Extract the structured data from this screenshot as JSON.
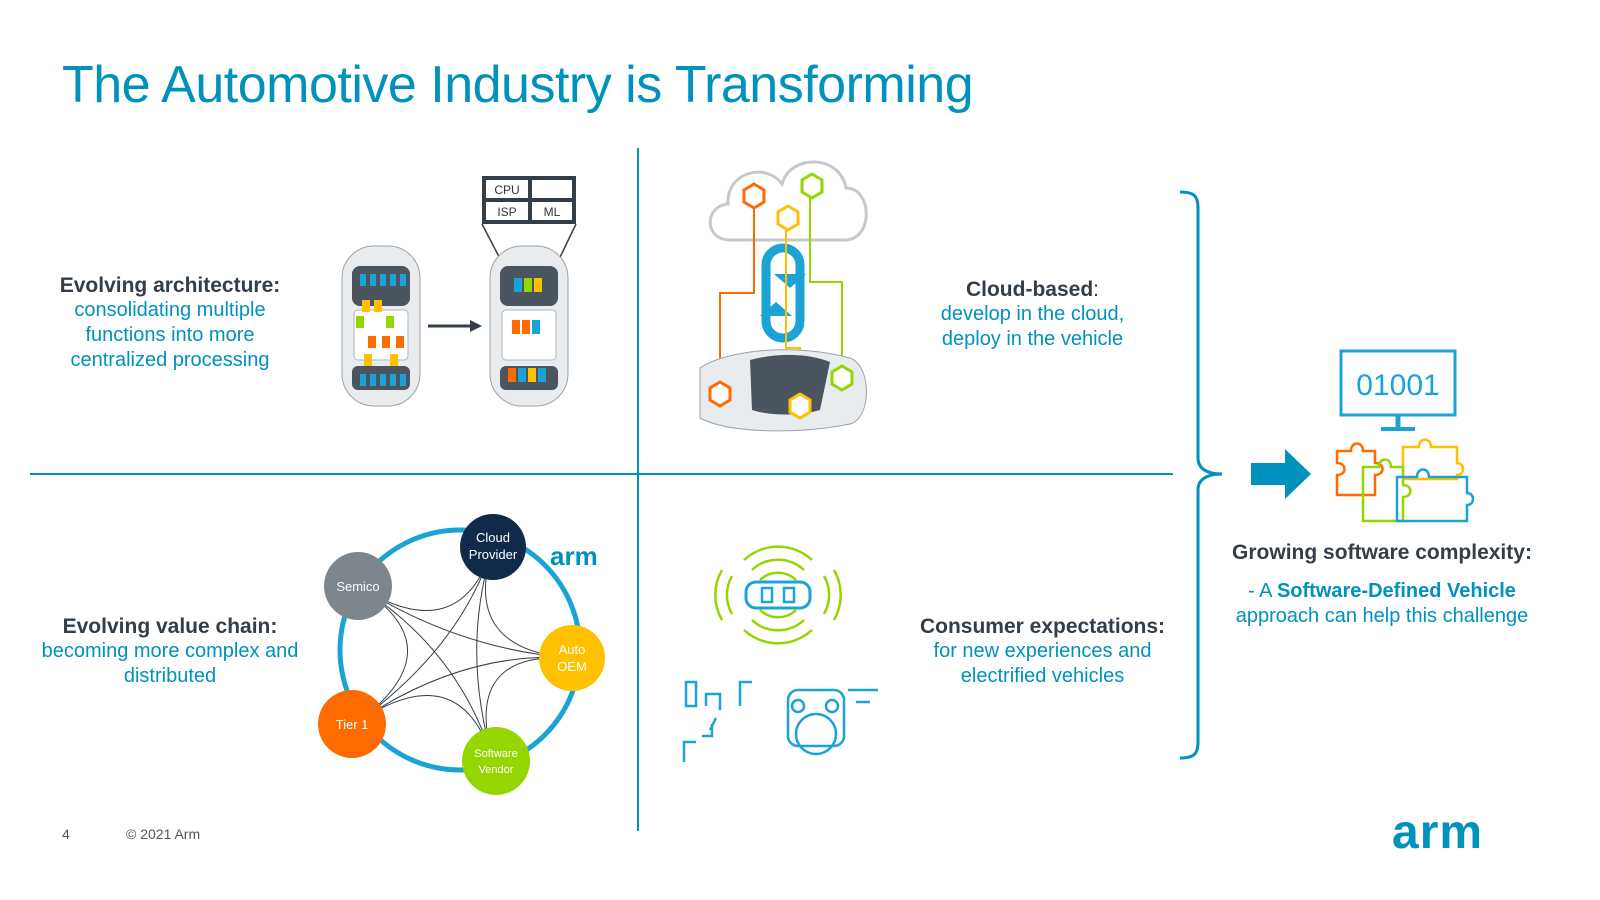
{
  "title": "The Automotive Industry is  Transforming",
  "quadrants": {
    "architecture": {
      "heading": "Evolving architecture:",
      "lines": [
        "consolidating multiple",
        "functions into more",
        "centralized processing"
      ],
      "chip_labels": [
        "CPU",
        "ISP",
        "ML"
      ]
    },
    "cloud": {
      "heading": "Cloud-based",
      "heading_suffix": ":",
      "lines": [
        "develop in the cloud,",
        "deploy in the vehicle"
      ]
    },
    "value_chain": {
      "heading": "Evolving value chain:",
      "lines": [
        "becoming more complex and",
        "distributed"
      ],
      "nodes": [
        {
          "label1": "Cloud",
          "label2": "Provider",
          "color": "#11294a"
        },
        {
          "label1": "Auto",
          "label2": "OEM",
          "color": "#ffc000"
        },
        {
          "label1": "Software",
          "label2": "Vendor",
          "color": "#95d600"
        },
        {
          "label1": "Tier 1",
          "label2": "",
          "color": "#ff6b00"
        },
        {
          "label1": "Semico",
          "label2": "",
          "color": "#7d868c"
        }
      ],
      "brand": "arm"
    },
    "consumer": {
      "heading": "Consumer expectations:",
      "lines": [
        "for new experiences and",
        "electrified vehicles"
      ]
    }
  },
  "right_panel": {
    "heading": "Growing software complexity:",
    "line1_prefix": "- A ",
    "line1_bold": "Software-Defined Vehicle",
    "line2": "approach can help this challenge",
    "monitor_text": "01001"
  },
  "footer": {
    "page_number": "4",
    "copyright": "© 2021 Arm",
    "logo": "arm"
  },
  "colors": {
    "accent": "#0091bd",
    "dark": "#333e48",
    "orange": "#ff6b00",
    "yellow": "#ffc000",
    "green": "#95d600"
  }
}
